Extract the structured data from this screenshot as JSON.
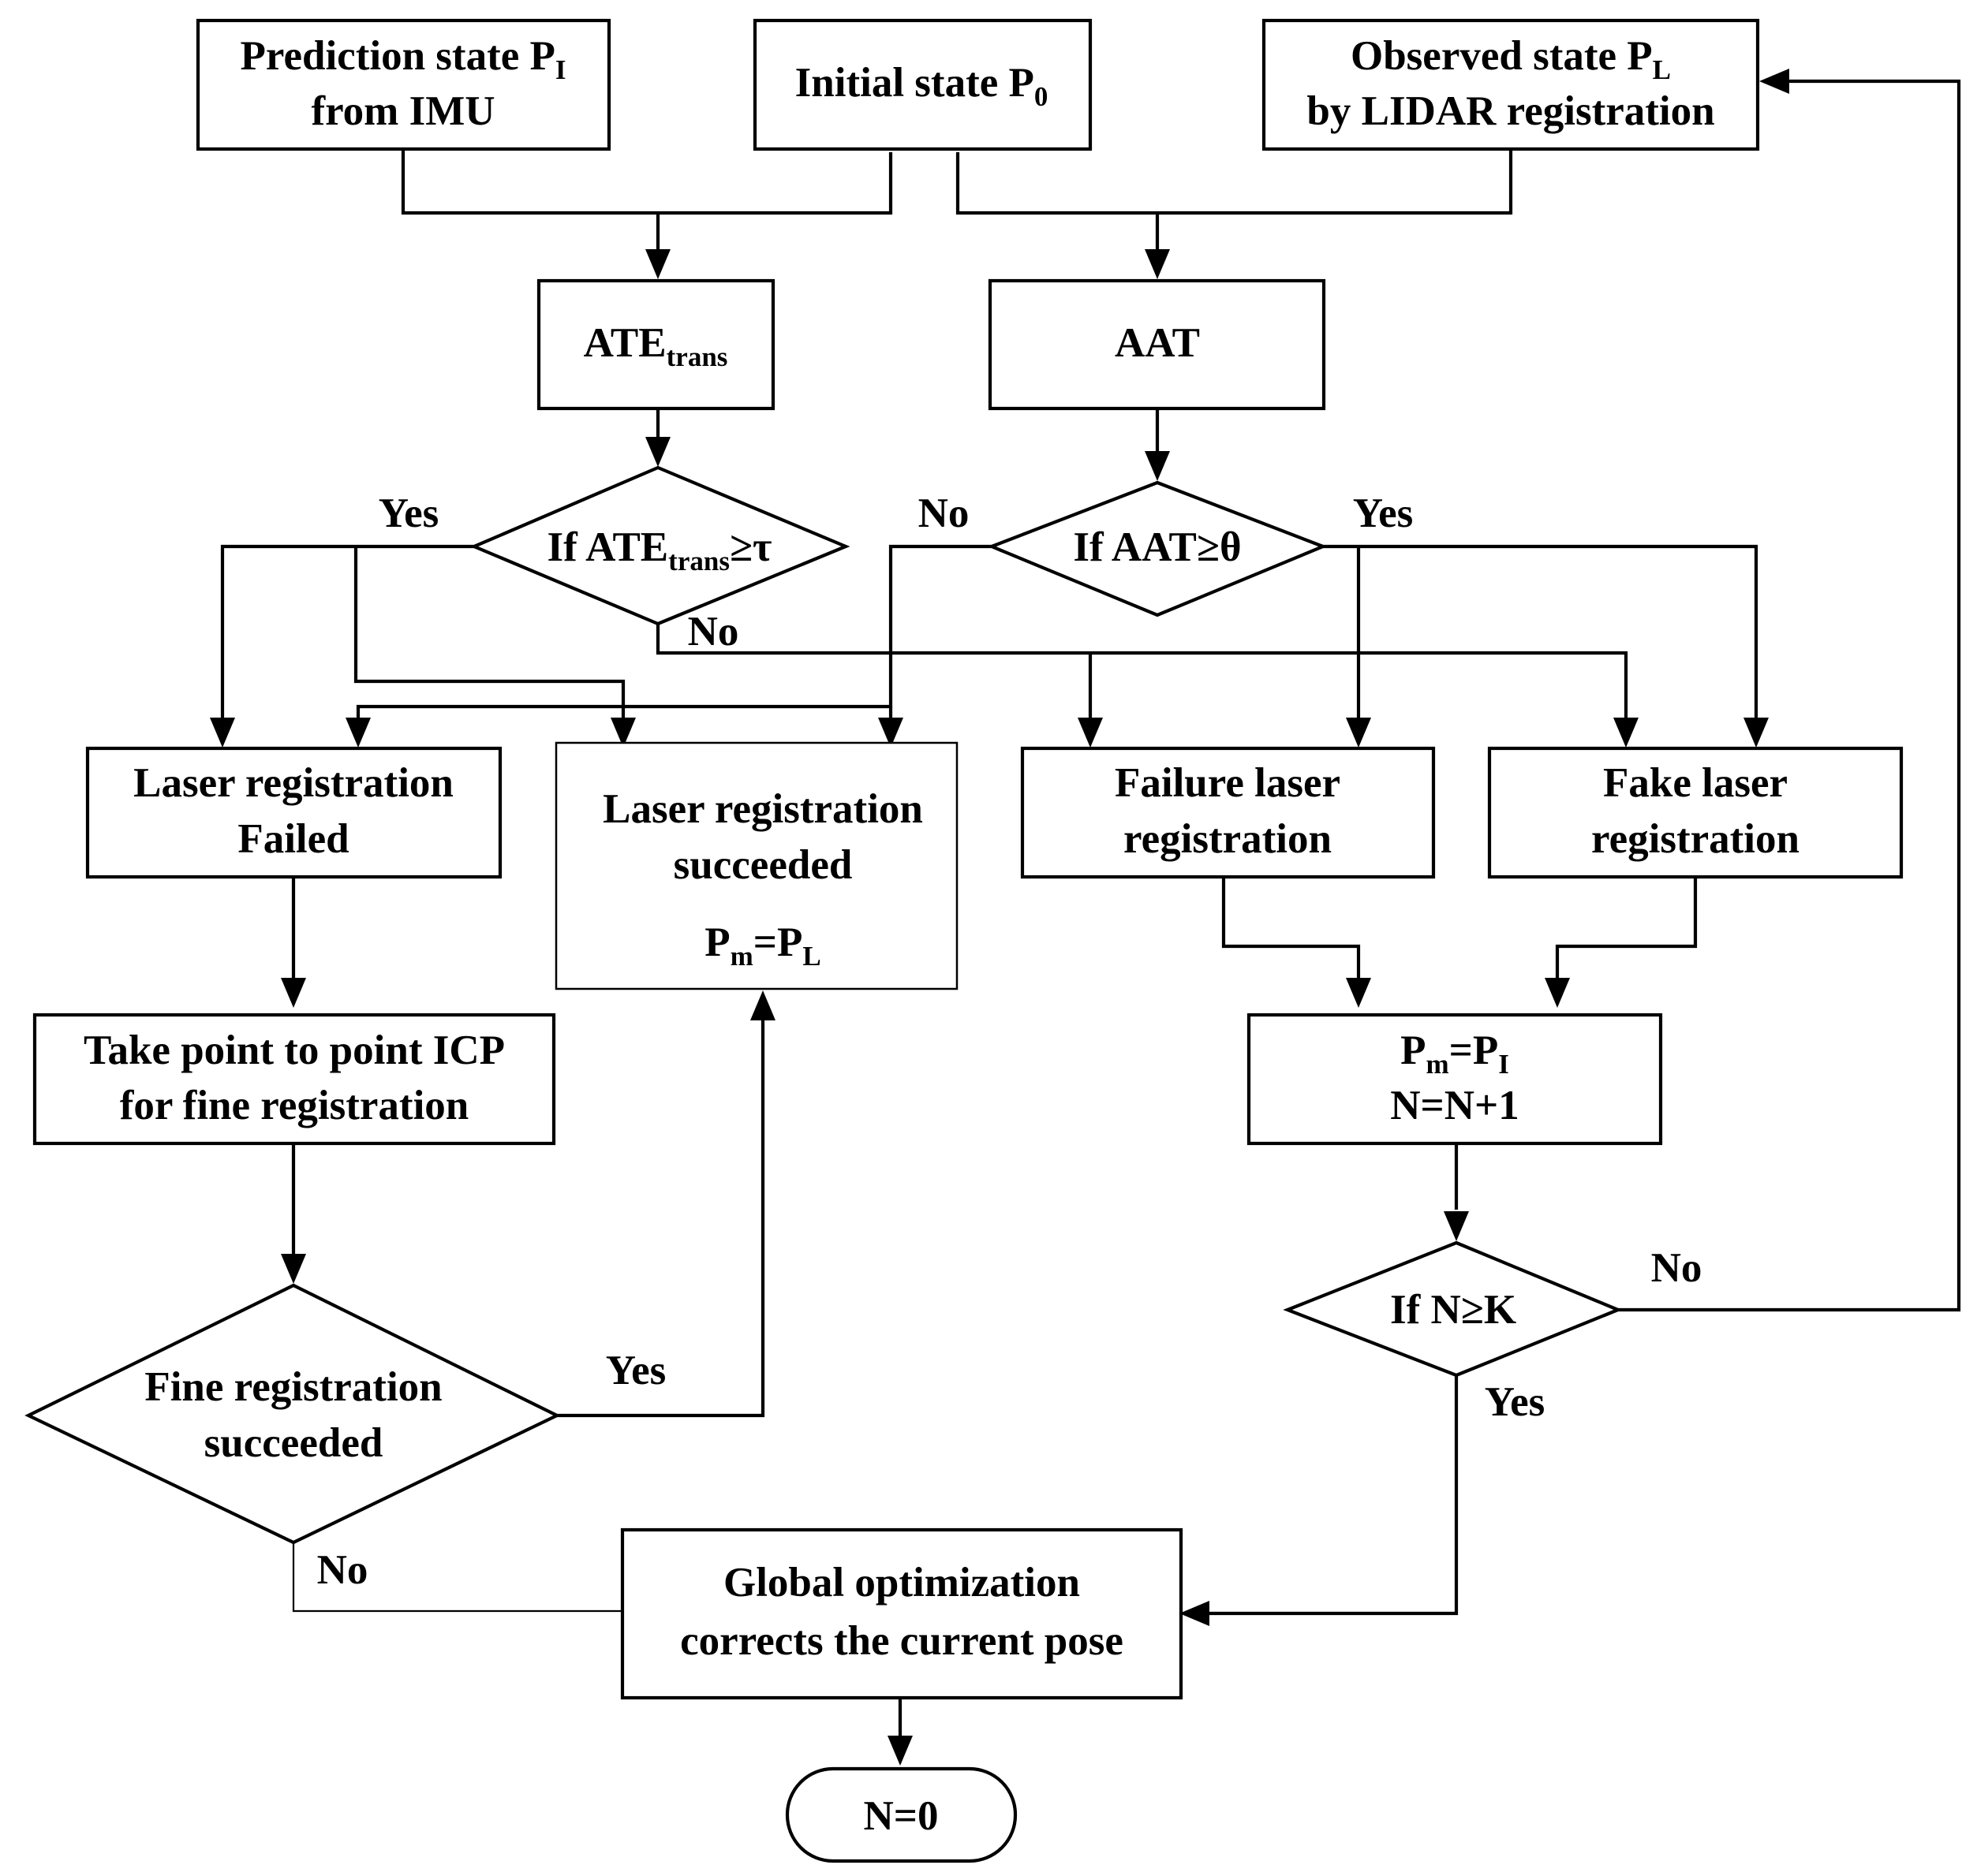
{
  "nodes": {
    "prediction": {
      "line1": "Prediction state P",
      "line1_sub": "I",
      "line2": "from IMU"
    },
    "initial": {
      "line1": "Initial state P",
      "line1_sub": "0"
    },
    "observed": {
      "line1": "Observed state P",
      "line1_sub": "L",
      "line2": "by LIDAR registration"
    },
    "ate": {
      "main": "ATE",
      "sub": "trans"
    },
    "aat": {
      "label": "AAT"
    },
    "if_ate": {
      "pre": "If ATE",
      "sub": "trans",
      "post": "≥τ"
    },
    "if_aat": {
      "label": "If AAT≥θ"
    },
    "laser_failed": {
      "line1": "Laser registration",
      "line2": "Failed"
    },
    "laser_succeeded": {
      "line1": "Laser registration",
      "line2": "succeeded",
      "eq_lhs": "P",
      "eq_lhs_sub": "m",
      "eq_mid": "=P",
      "eq_rhs_sub": "L"
    },
    "failure_laser": {
      "line1": "Failure laser",
      "line2": "registration"
    },
    "fake_laser": {
      "line1": "Fake laser",
      "line2": "registration"
    },
    "take_icp": {
      "line1": "Take point to point ICP",
      "line2": "for fine registration"
    },
    "pm_pi": {
      "lhs": "P",
      "lhs_sub": "m",
      "mid": "=P",
      "rhs_sub": "I",
      "line2": "N=N+1"
    },
    "if_nk": {
      "label": "If N≥K"
    },
    "fine_reg": {
      "line1": "Fine registration",
      "line2": "succeeded"
    },
    "global_opt": {
      "line1": "Global optimization",
      "line2": "corrects the current pose"
    },
    "n_zero": {
      "label": "N=0"
    }
  },
  "edge_labels": {
    "ate_yes": "Yes",
    "ate_no": "No",
    "aat_no": "No",
    "aat_yes": "Yes",
    "nk_no": "No",
    "nk_yes": "Yes",
    "fine_yes": "Yes",
    "fine_no": "No"
  }
}
